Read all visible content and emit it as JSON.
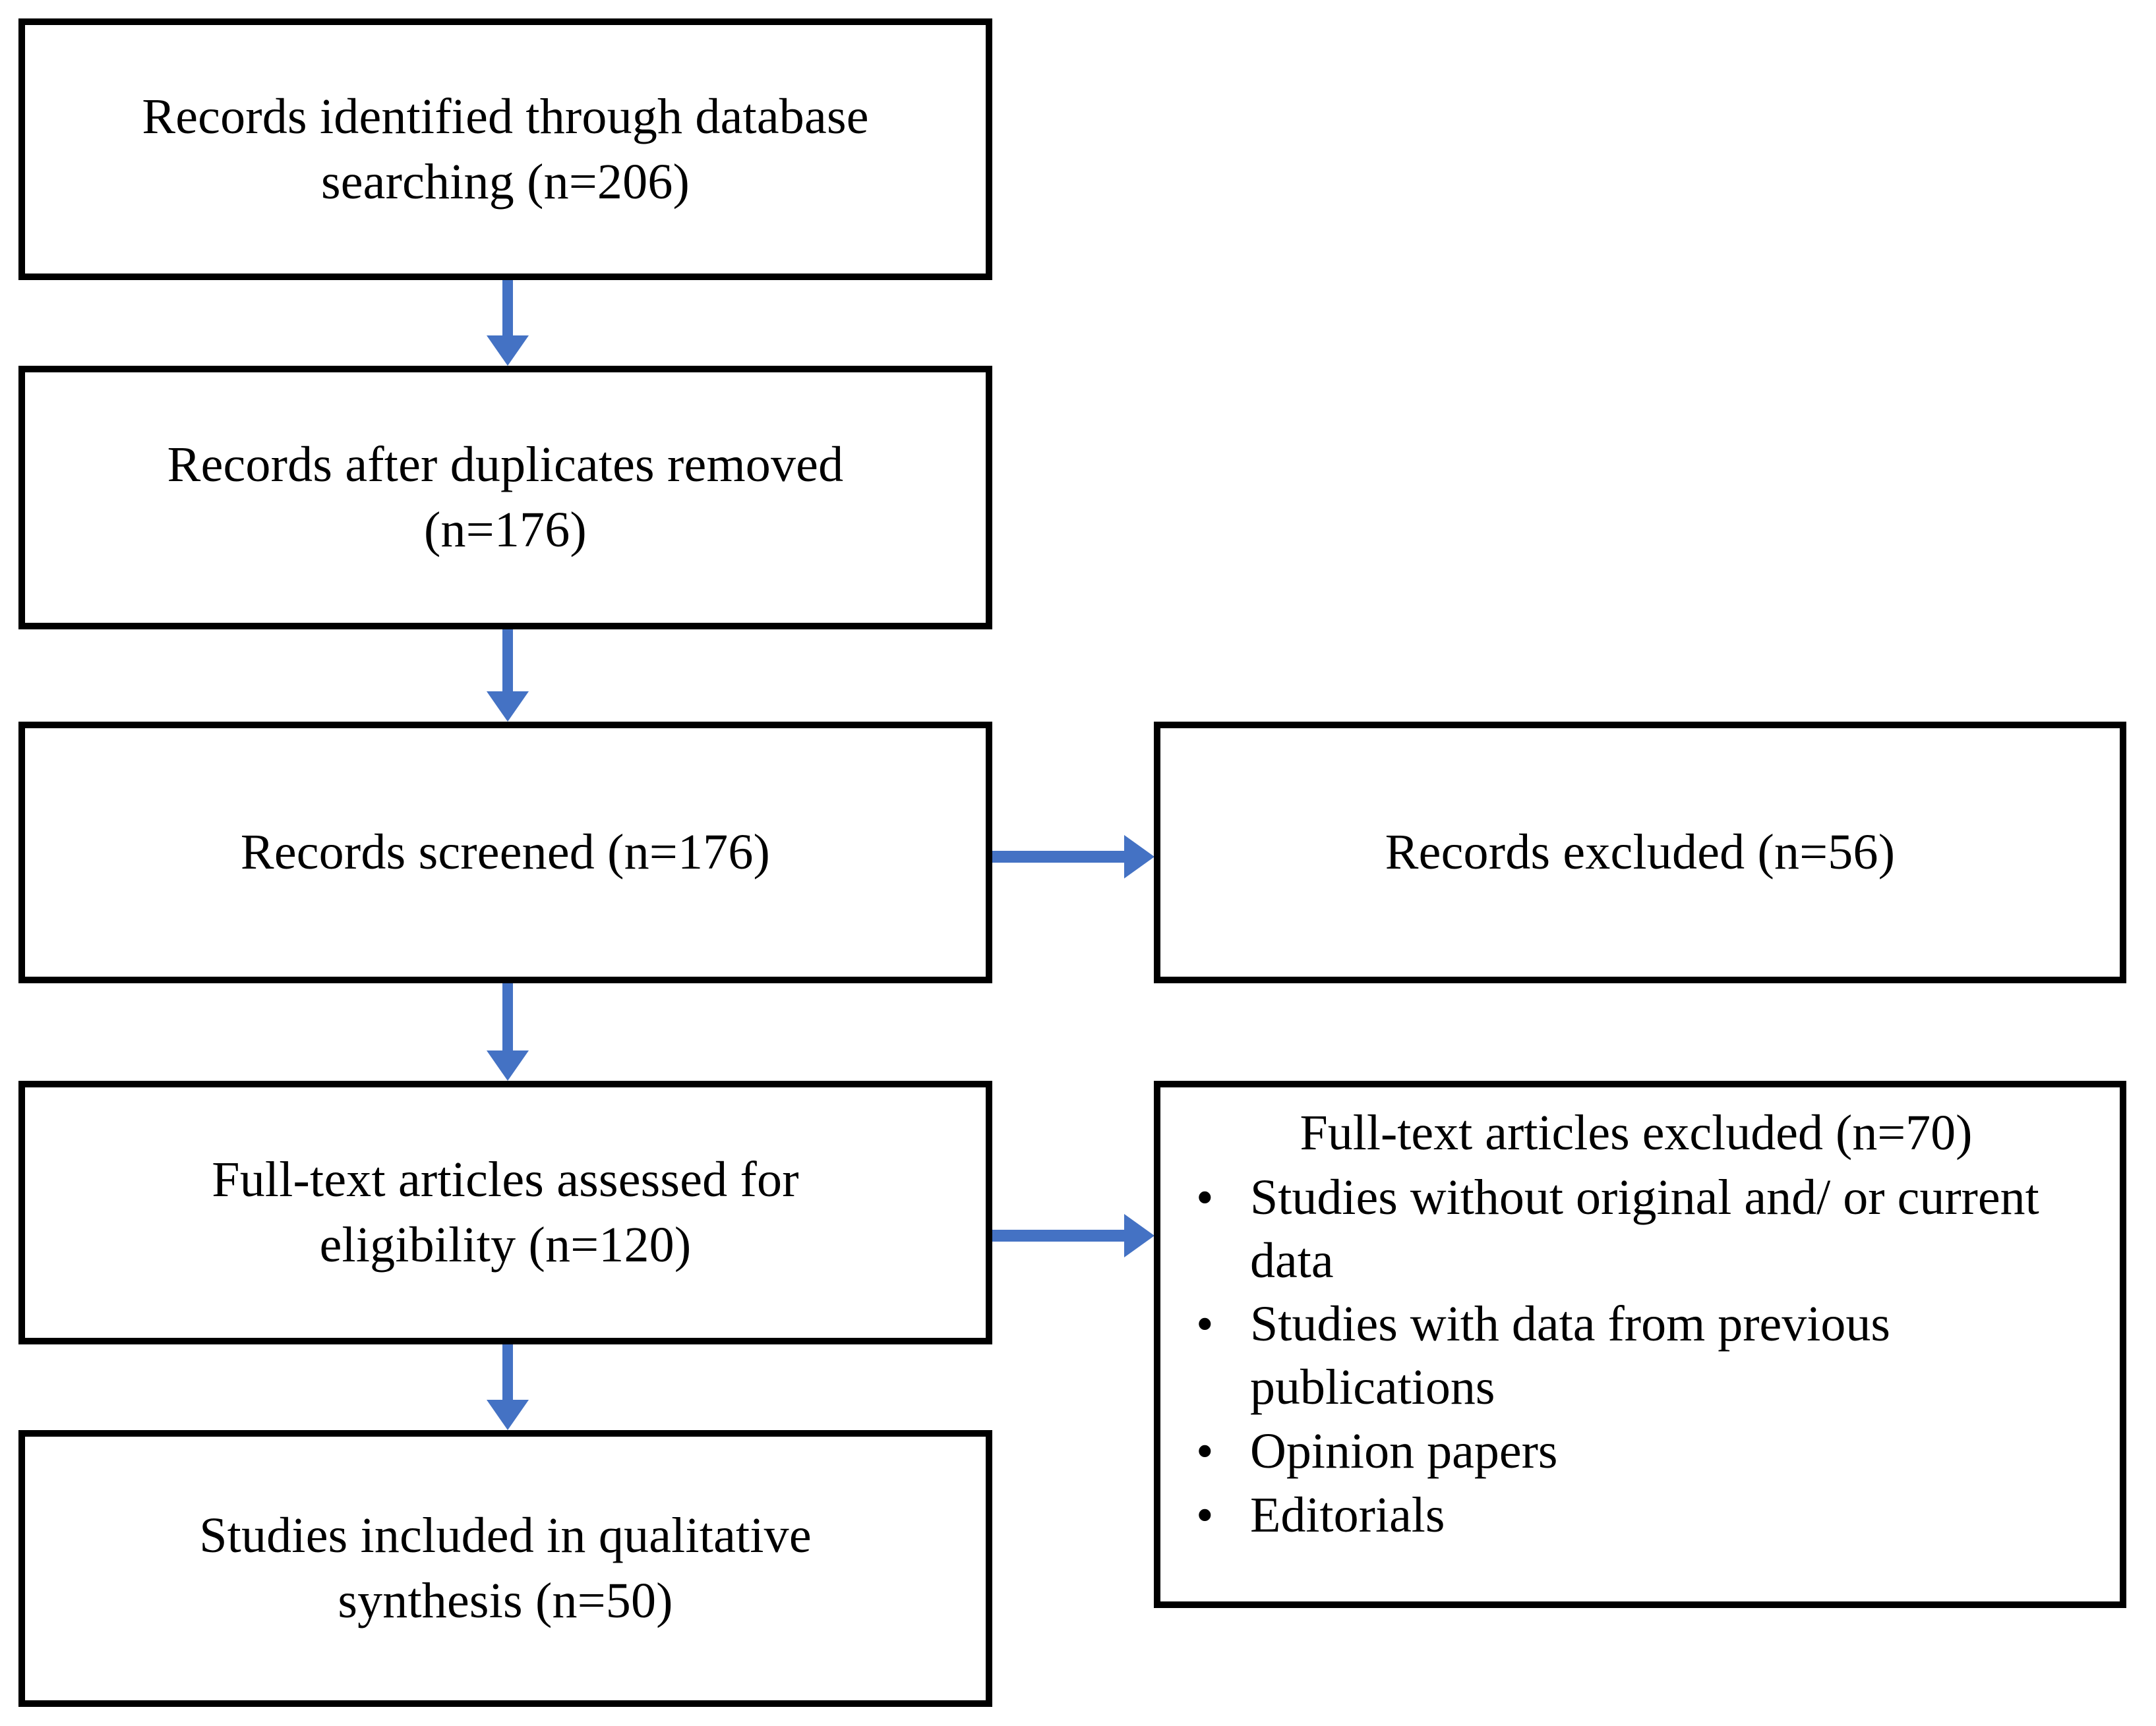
{
  "diagram": {
    "type": "prisma-flow-diagram",
    "accent_color": "#4472C4",
    "border_color": "#000000",
    "background_color": "#FFFFFF",
    "nodes": {
      "identified": {
        "label": "Records identified through database\nsearching (n=206)",
        "count": 206
      },
      "duplicates_removed": {
        "label": "Records after duplicates removed\n(n=176)",
        "count": 176
      },
      "screened": {
        "label": "Records screened (n=176)",
        "count": 176
      },
      "records_excluded": {
        "label": "Records excluded (n=56)",
        "count": 56
      },
      "eligibility": {
        "label": "Full-text articles assessed for\neligibility (n=120)",
        "count": 120
      },
      "fulltext_excluded": {
        "title": "Full-text articles excluded (n=70)",
        "count": 70,
        "reasons": [
          "Studies without original and/ or current data",
          "Studies with data from previous publications",
          "Opinion papers",
          "Editorials"
        ],
        "bullet_glyph": "•"
      },
      "included": {
        "label": "Studies included in qualitative\nsynthesis (n=50)",
        "count": 50
      }
    },
    "connectors": [
      {
        "from": "identified",
        "to": "duplicates_removed",
        "direction": "down"
      },
      {
        "from": "duplicates_removed",
        "to": "screened",
        "direction": "down"
      },
      {
        "from": "screened",
        "to": "eligibility",
        "direction": "down"
      },
      {
        "from": "eligibility",
        "to": "included",
        "direction": "down"
      },
      {
        "from": "screened",
        "to": "records_excluded",
        "direction": "right"
      },
      {
        "from": "eligibility",
        "to": "fulltext_excluded",
        "direction": "right"
      }
    ]
  }
}
